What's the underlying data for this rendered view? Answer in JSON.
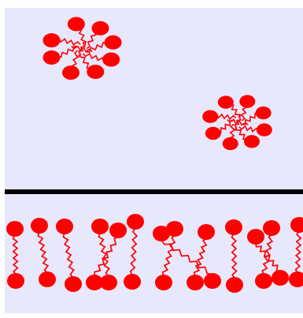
{
  "colors": {
    "background": "#e8e8fd",
    "border": "#ffffff",
    "molecule": "#ff0000",
    "divider": "#000000"
  },
  "scene": {
    "upper_region": {
      "name": "micelle-region",
      "micelle_count": 2
    },
    "lower_region": {
      "name": "monolayer-region",
      "molecule_count": 13
    }
  }
}
